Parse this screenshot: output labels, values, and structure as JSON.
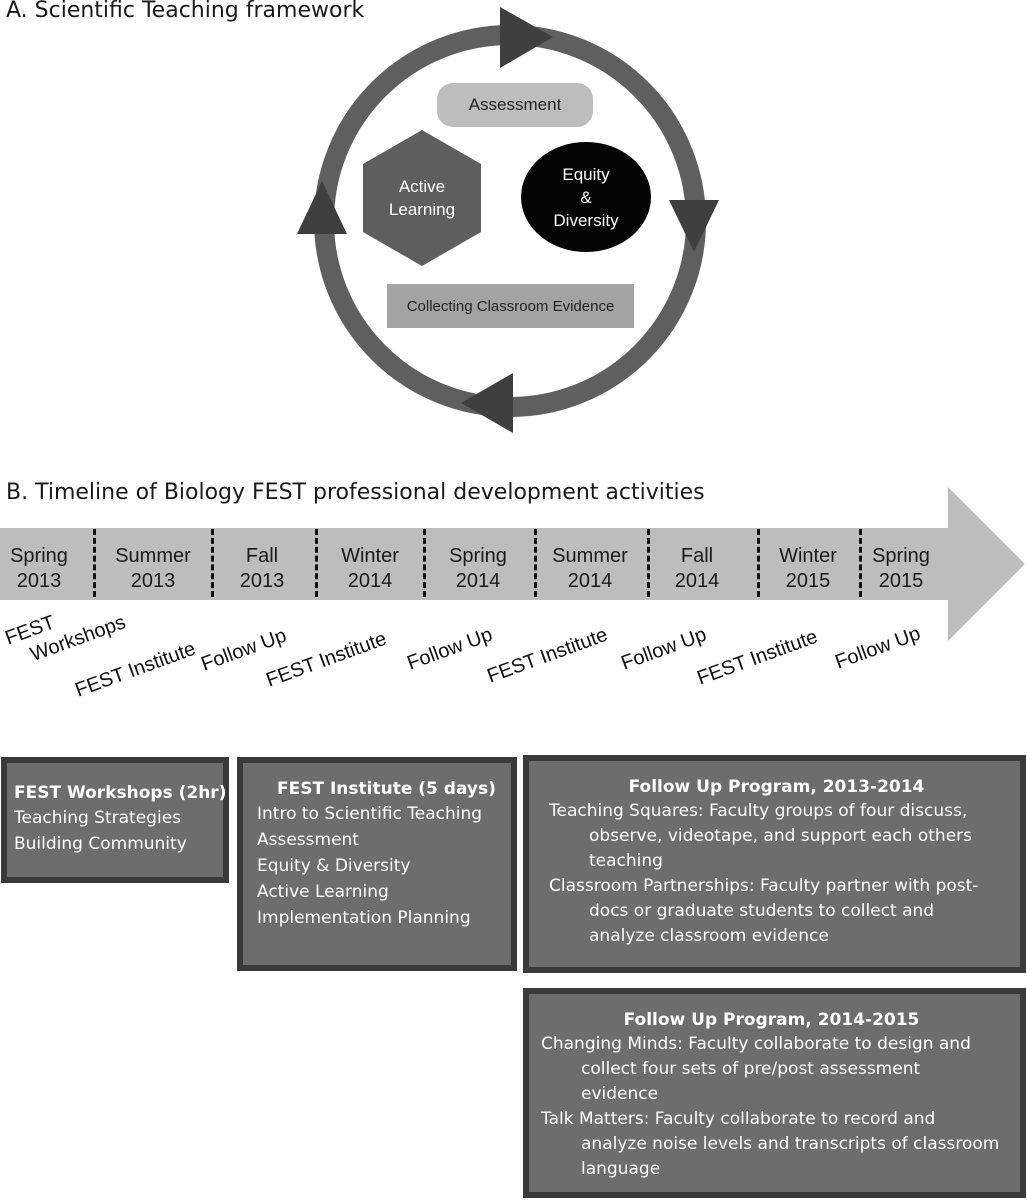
{
  "section_a": {
    "title": "A. Scientific Teaching framework",
    "nodes": {
      "assessment": "Assessment",
      "active_learning": [
        "Active",
        "Learning"
      ],
      "equity": [
        "Equity",
        "&",
        "Diversity"
      ],
      "evidence": "Collecting Classroom Evidence"
    },
    "colors": {
      "ring": "#5f5f5f",
      "assessment": "#bdbdbd",
      "active_learning": "#5e5e5e",
      "equity": "#050505",
      "evidence": "#a3a3a3"
    }
  },
  "section_b": {
    "title": "B. Timeline of Biology FEST professional development activities",
    "seasons": [
      [
        "Spring",
        "2013"
      ],
      [
        "Summer",
        "2013"
      ],
      [
        "Fall",
        "2013"
      ],
      [
        "Winter",
        "2014"
      ],
      [
        "Spring",
        "2014"
      ],
      [
        "Summer",
        "2014"
      ],
      [
        "Fall",
        "2014"
      ],
      [
        "Winter",
        "2015"
      ],
      [
        "Spring",
        "2015"
      ]
    ],
    "activities": [
      [
        "FEST",
        "Workshops"
      ],
      [
        "FEST Institute"
      ],
      [
        "Follow Up"
      ],
      [
        "FEST Institute"
      ],
      [
        "Follow Up"
      ],
      [
        "FEST Institute"
      ],
      [
        "Follow Up"
      ],
      [
        "FEST Institute"
      ],
      [
        "Follow Up"
      ]
    ],
    "colors": {
      "arrow": "#bdbdbd",
      "box_fill": "#6d6d6d",
      "box_border": "#3a3a3a"
    }
  },
  "boxes": {
    "workshops": {
      "title": "FEST Workshops (2hr)",
      "lines": [
        "Teaching Strategies",
        "Building Community"
      ]
    },
    "institute": {
      "title": "FEST Institute (5 days)",
      "lines": [
        "Intro to Scientific Teaching",
        "Assessment",
        "Equity & Diversity",
        "Active Learning",
        "Implementation Planning"
      ]
    },
    "followup1": {
      "title": "Follow Up Program, 2013-2014",
      "items": [
        "Teaching Squares:  Faculty groups of four discuss, observe, videotape, and support each others teaching",
        "Classroom Partnerships: Faculty partner with post-docs or graduate students to collect and analyze classroom evidence"
      ]
    },
    "followup2": {
      "title": "Follow Up Program, 2014-2015",
      "items": [
        "Changing Minds: Faculty collaborate to design and collect four sets of pre/post assessment evidence",
        "Talk Matters: Faculty collaborate to record and analyze noise levels and transcripts of classroom language"
      ]
    }
  }
}
